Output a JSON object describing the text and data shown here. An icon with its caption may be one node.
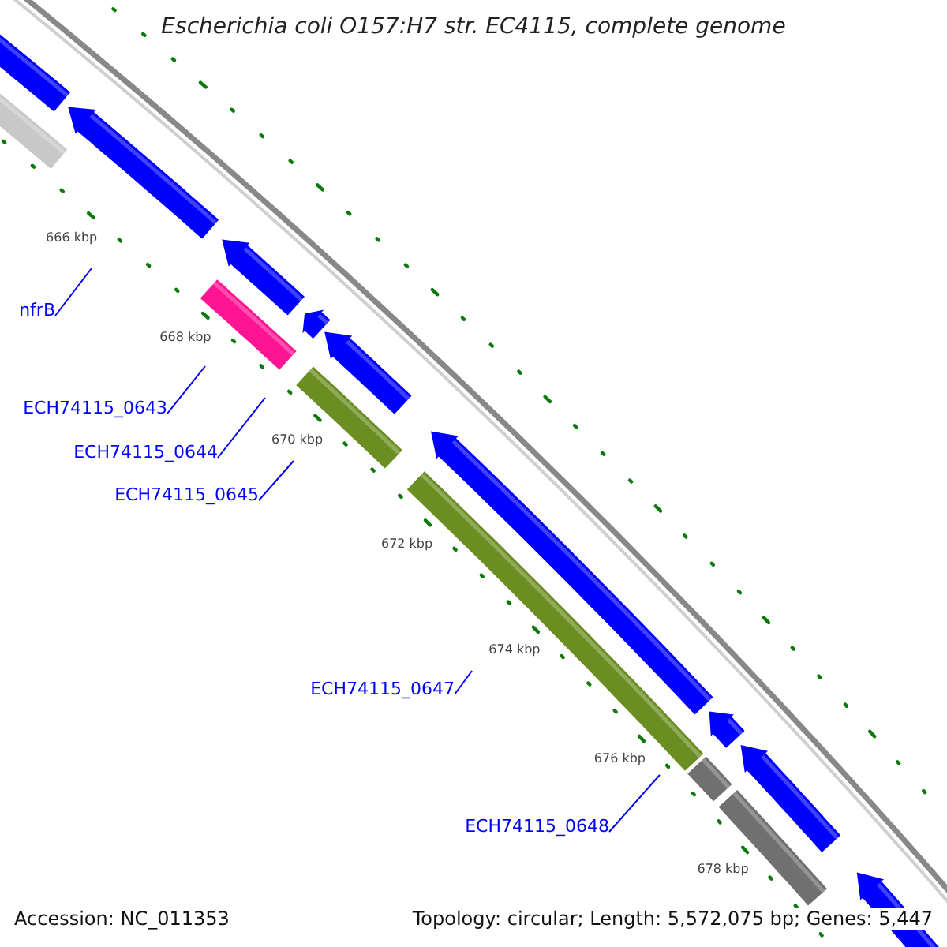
{
  "diagram": {
    "title": "Escherichia coli O157:H7 str. EC4115, complete genome",
    "nodes": [
      {
        "text": [
          "nfrB"
        ]
      },
      {
        "text": [
          "ECH74115_0643"
        ]
      },
      {
        "text": [
          "ECH74115_0644"
        ]
      },
      {
        "text": [
          "ECH74115_0645"
        ]
      },
      {
        "text": [
          "ECH74115_0647"
        ]
      },
      {
        "text": [
          "ECH74115_0648"
        ]
      }
    ],
    "edges": [
      {
        "from": 0,
        "to": null,
        "arrow": "none"
      },
      {
        "from": 1,
        "to": null,
        "arrow": "none"
      },
      {
        "from": 2,
        "to": null,
        "arrow": "none"
      },
      {
        "from": 3,
        "to": null,
        "arrow": "none"
      },
      {
        "from": 4,
        "to": null,
        "arrow": "none"
      },
      {
        "from": 5,
        "to": null,
        "arrow": "none"
      }
    ],
    "labels": [
      "666 kbp",
      "668 kbp",
      "670 kbp",
      "672 kbp",
      "674 kbp",
      "676 kbp",
      "678 kbp",
      "Accession: NC_011353",
      "Topology: circular; Length: 5,572,075 bp; Genes: 5,447"
    ]
  }
}
